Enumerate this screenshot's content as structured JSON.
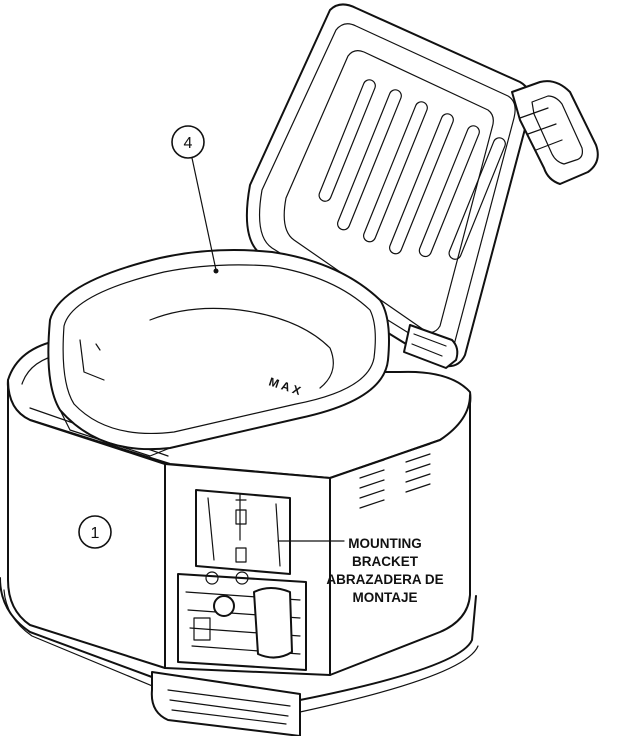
{
  "callouts": {
    "fryer_base_number": "1",
    "basket_number": "4"
  },
  "basket": {
    "max_mark": "MAX"
  },
  "label": {
    "line1": "MOUNTING",
    "line2": "BRACKET",
    "line3": "ABRAZADERA DE",
    "line4": "MONTAJE"
  },
  "colors": {
    "line": "#111111",
    "background": "#ffffff"
  }
}
